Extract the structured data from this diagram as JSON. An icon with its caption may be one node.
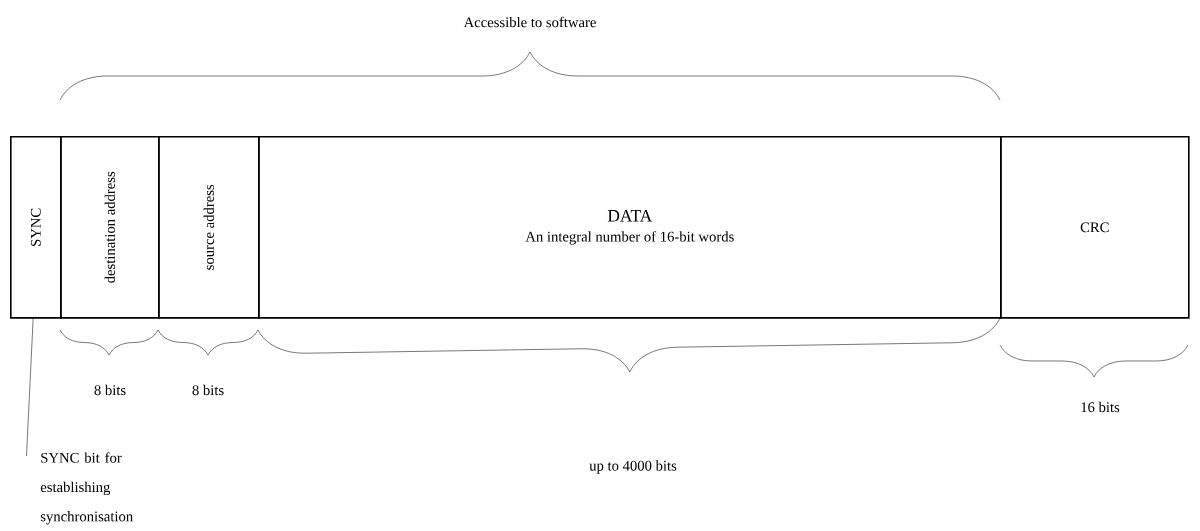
{
  "diagram": {
    "nodes": [
      {
        "text": [
          "SYNC"
        ]
      },
      {
        "text": [
          "destination address"
        ]
      },
      {
        "text": [
          "source address"
        ]
      },
      {
        "text": [
          "DATA",
          "An integral number of 16-bit words"
        ]
      },
      {
        "text": [
          "CRC"
        ]
      },
      {
        "text": [
          "SYNC bit for establishing synchronisation"
        ]
      }
    ],
    "edges": [
      {
        "from": 5,
        "to": 0,
        "arrow": "none"
      }
    ],
    "labels": [
      "Accessible to software",
      "8 bits",
      "8 bits",
      "up to 4000 bits",
      "16 bits"
    ]
  }
}
